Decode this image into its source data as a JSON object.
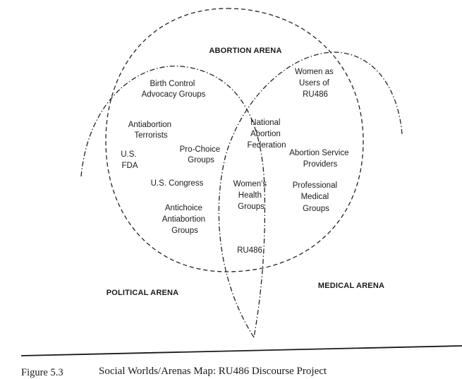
{
  "arenas": {
    "abortion": "ABORTION ARENA",
    "political": "POLITICAL ARENA",
    "medical": "MEDICAL ARENA"
  },
  "worlds": {
    "birth_control": [
      "Birth Control",
      "Advocacy Groups"
    ],
    "antiabortion_terrorists": [
      "Antiabortion",
      "Terrorists"
    ],
    "us_fda": [
      "U.S.",
      "FDA"
    ],
    "pro_choice": [
      "Pro-Choice",
      "Groups"
    ],
    "us_congress": [
      "U.S. Congress"
    ],
    "anitchoice": [
      "Antichoice",
      "Antiabortion",
      "Groups"
    ],
    "national_abortion_federation": [
      "National",
      "Abortion",
      "Federation"
    ],
    "womens_health": [
      "Women's",
      "Health",
      "Groups"
    ],
    "ru486": [
      "RU486"
    ],
    "women_users": [
      "Women as",
      "Users of",
      "RU486"
    ],
    "abortion_service": [
      "Abortion Service",
      "Providers"
    ],
    "professional_medical": [
      "Professional",
      "Medical",
      "Groups"
    ]
  },
  "caption": {
    "number": "Figure 5.3",
    "title": "Social Worlds/Arenas Map: RU486 Discourse Project"
  }
}
